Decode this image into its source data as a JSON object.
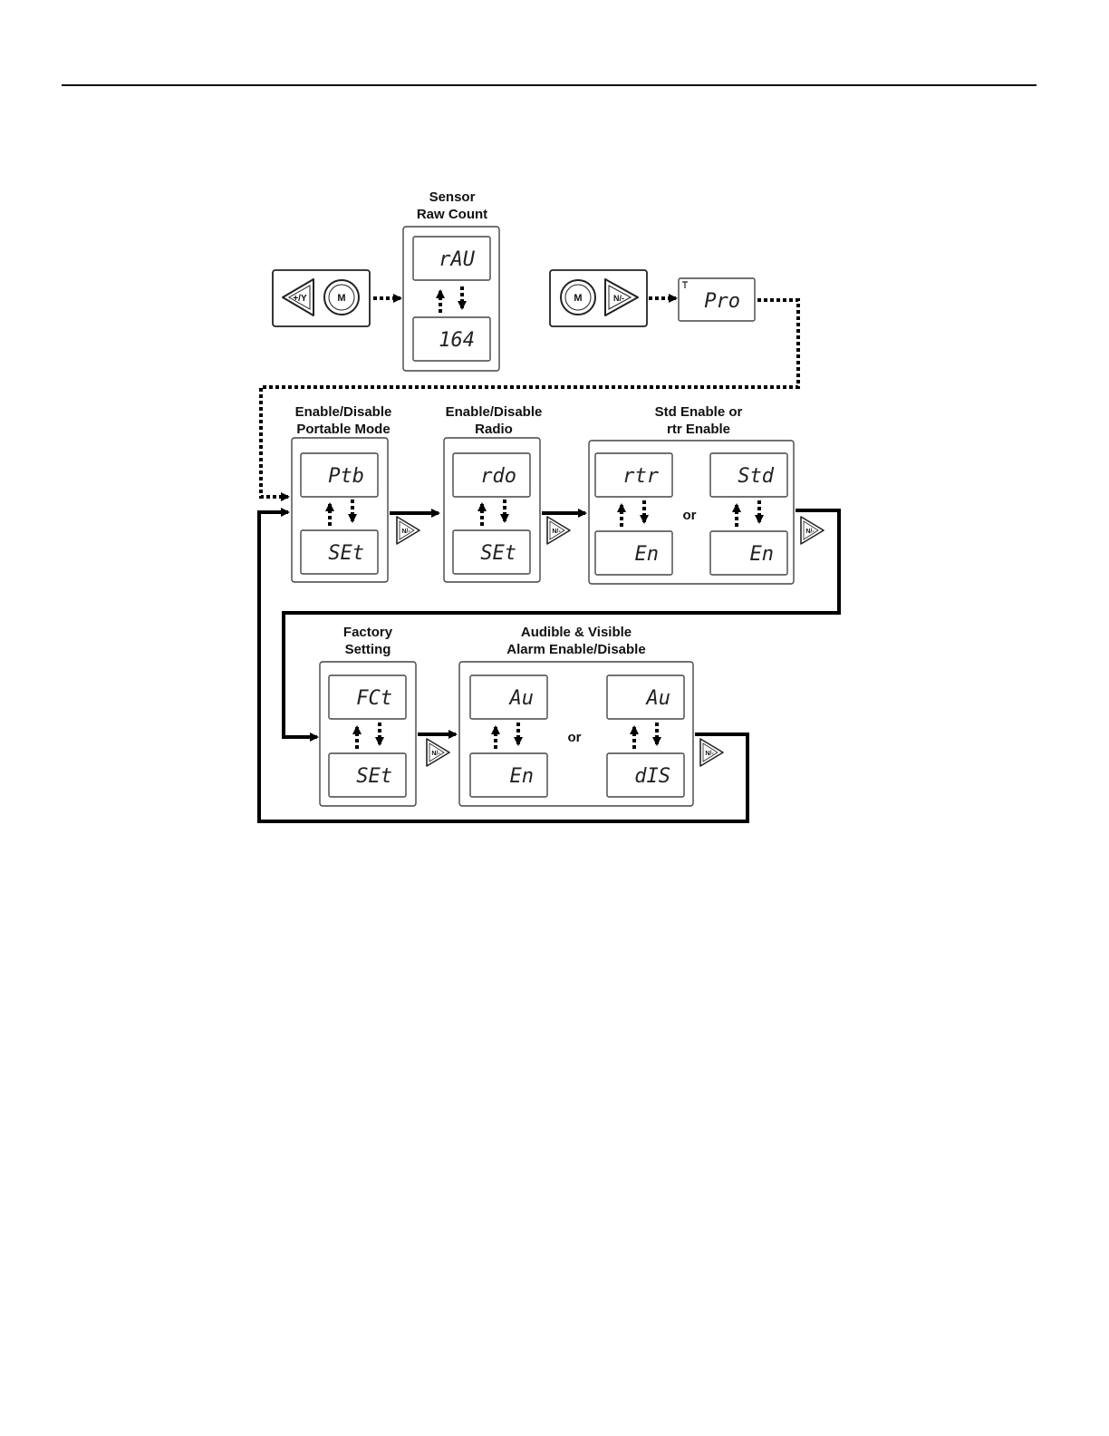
{
  "labels": {
    "sensor_line1": "Sensor",
    "sensor_line2": "Raw Count",
    "portable_line1": "Enable/Disable",
    "portable_line2": "Portable Mode",
    "radio_line1": "Enable/Disable",
    "radio_line2": "Radio",
    "std_line1": "Std Enable or",
    "std_line2": "rtr Enable",
    "factory_line1": "Factory",
    "factory_line2": "Setting",
    "alarm_line1": "Audible & Visible",
    "alarm_line2": "Alarm Enable/Disable"
  },
  "displays": {
    "raw": "rAU",
    "raw_count": "164",
    "pro": "Pro",
    "ptb": "Ptb",
    "ptb_set": "SEt",
    "rdo": "rdo",
    "rdo_set": "SEt",
    "rtr": "rtr",
    "rtr_en": "En",
    "std": "Std",
    "std_en": "En",
    "fct": "FCt",
    "fct_set": "SEt",
    "au1": "Au",
    "au1_en": "En",
    "au2": "Au",
    "au2_dis": "dIS"
  },
  "or_text": "or",
  "buttons": {
    "plus_y": "+/Y",
    "m": "M",
    "n_minus": "N/-"
  }
}
